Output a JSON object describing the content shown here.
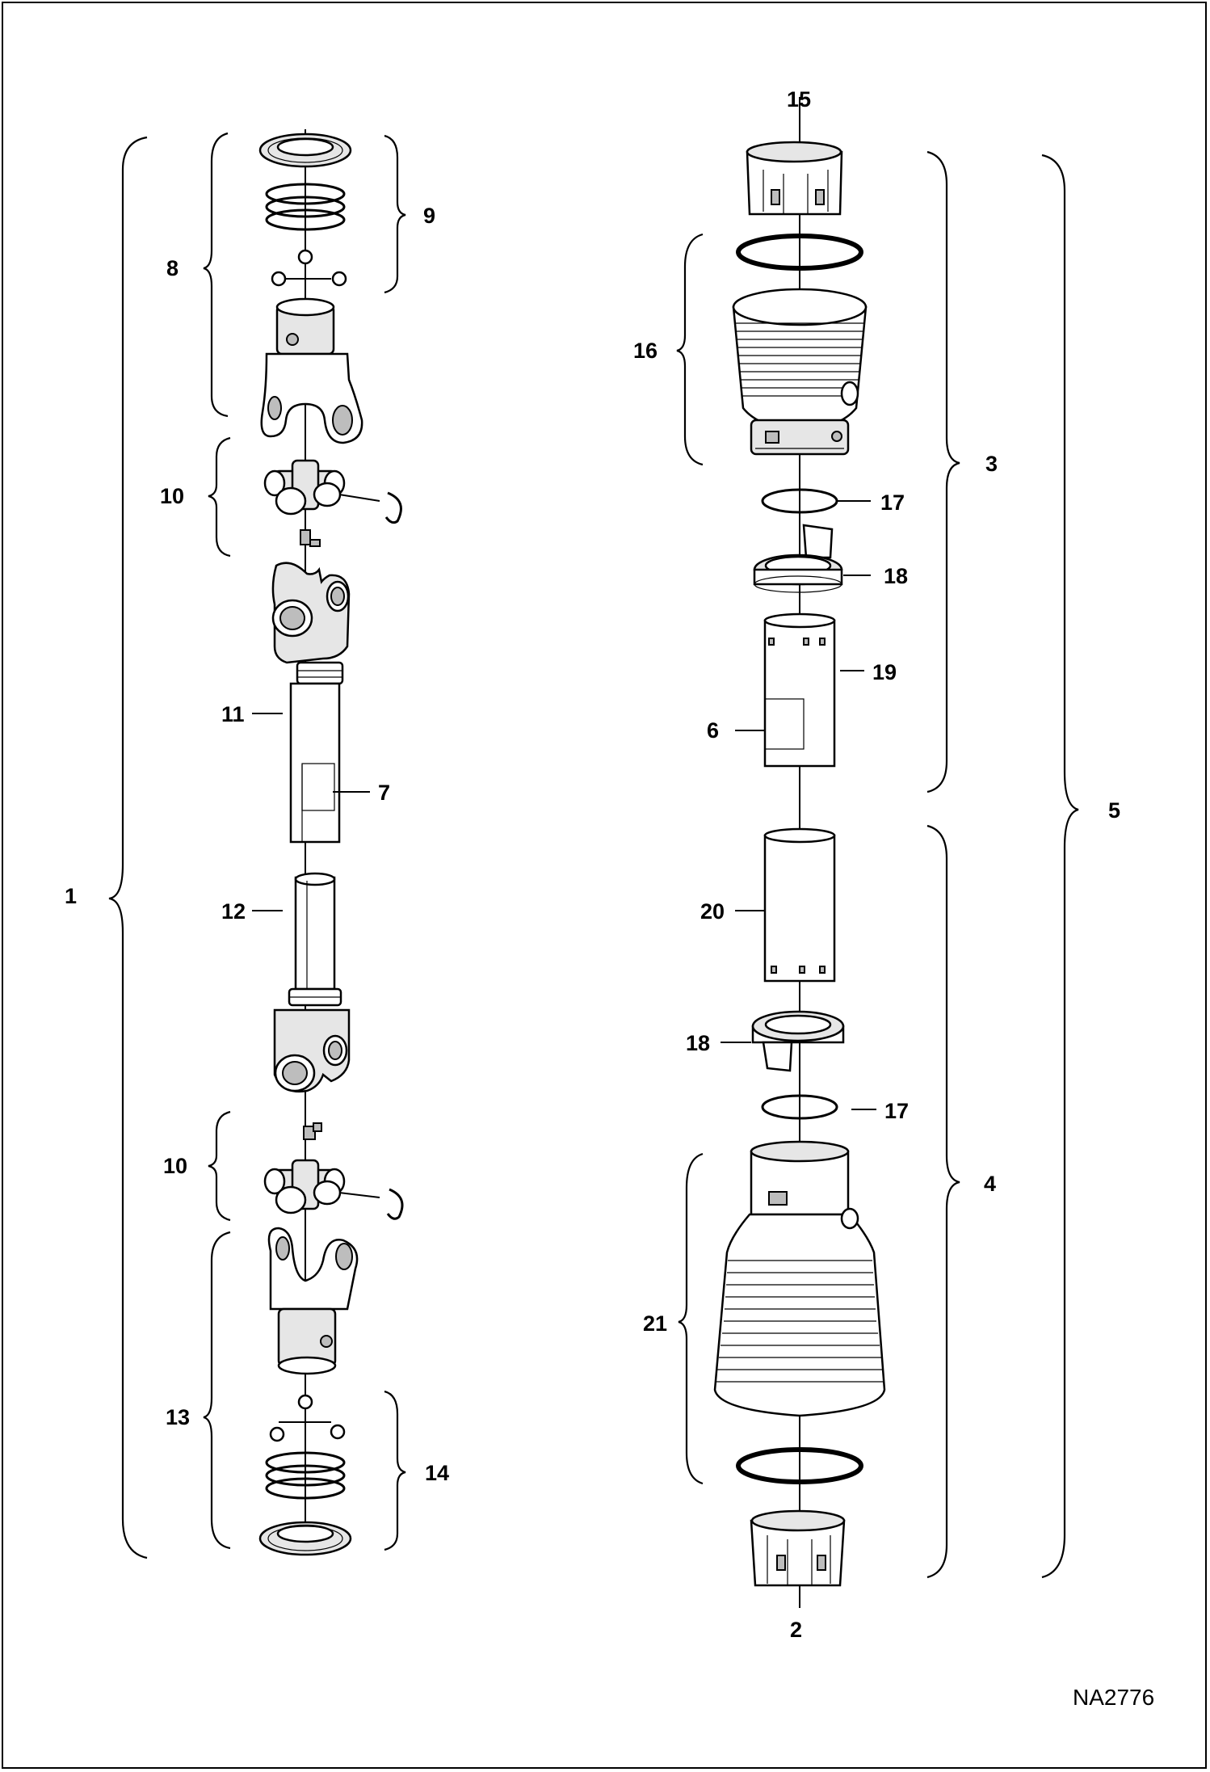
{
  "diagram": {
    "drawing_code": "NA2776",
    "callouts": {
      "c1": "1",
      "c2": "2",
      "c3": "3",
      "c4": "4",
      "c5": "5",
      "c6": "6",
      "c7": "7",
      "c8": "8",
      "c9": "9",
      "c10a": "10",
      "c10b": "10",
      "c11": "11",
      "c12": "12",
      "c13": "13",
      "c14": "14",
      "c15": "15",
      "c16": "16",
      "c17a": "17",
      "c17b": "17",
      "c18a": "18",
      "c18b": "18",
      "c19": "19",
      "c20": "20",
      "c21": "21"
    }
  }
}
